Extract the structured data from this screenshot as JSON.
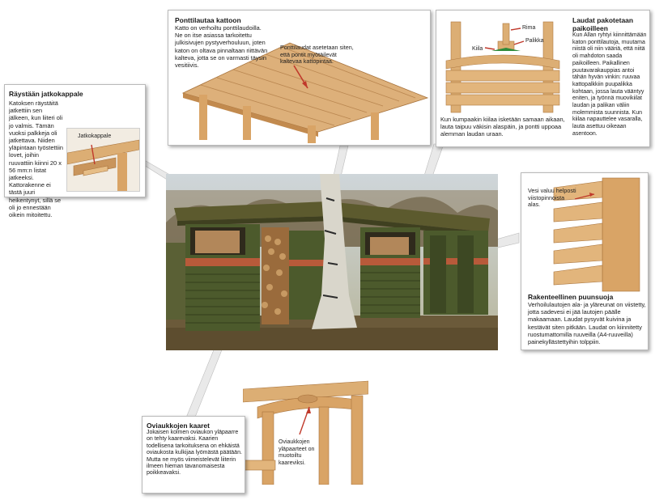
{
  "roof": {
    "title": "Ponttilautaa kattoon",
    "body": "Katto on verhoiltu ponttilaudoilla. Ne on itse asiassa tarkoitettu julkisivujen pystyverhouluun, joten katon on oltava pinnaltaan riittävän kalteva, jotta se on varmasti täysin vesitiivis.",
    "annotation": "Ponttilaudat asetetaan siten, että pontit myötäilevät kaltevaa kattopintaa."
  },
  "eaves": {
    "title": "Räystään jatkokappale",
    "body": "Katoksen räystäitä jatkettiin sen jälkeen, kun liiteri oli jo valmis. Tämän vuoksi palkkeja oli jatkettava. Niiden yläpintaan työstettiin lovet, joihin ruuvattiin kiinni 20 x 56 mm:n listat jatkeeksi. Kattorakenne ei tästä juuri heikentynyt, sillä se oli jo ennestään oikein mitoitettu.",
    "label": "Jatkokappale"
  },
  "boards": {
    "title": "Laudat pakotetaan paikoilleen",
    "body": "Kun Allan ryhtyi kiinnittämään katon ponttilautoja, muutama niistä oli niin vääriä, että niitä oli mahdoton saada paikoilleen. Paikallinen puutavarakauppias antoi tähän hyvän vinkin: ruuvaa kattopalkkiin puupalikka kohtaan, jossa lauta vääntyy eniten, ja työnnä muovikiilat laudan ja palikan väliin molemmista suunnista. Kun kiilaa napauttelee vasaralla, lauta asettuu oikeaan asentoon.",
    "caption": "Kun kumpaakin kiilaa isketään samaan aikaan, lauta taipuu väkisin alaspäin, ja pontti uppoaa alemman laudan uraan.",
    "label_rima": "Rima",
    "label_palikka": "Palikka",
    "label_kiila": "Kiila"
  },
  "siding": {
    "title": "Rakenteellinen puunsuoja",
    "body": "Verhoilulautojen ala- ja yläreunat on viistetty, jotta sadevesi ei jää lautojen päälle makaamaan. Laudat pysyvät kuivina ja kestävät siten pitkään. Laudat on kiinnitetty ruostumattomilla ruuveilla (A4-ruuveilla) painekyllästettyihin tolppiin.",
    "annotation": "Vesi valuu helposti viistopinnoista alas."
  },
  "arches": {
    "title": "Oviaukkojen kaaret",
    "body": "Jokaisen kolmen oviaukon yläpaarre on tehty kaarevaksi. Kaarien todellisena tarkoituksena on ehkäistä oviaukosta kulkijaa lyömästä päätään. Mutta ne myös viimeistelevät liiterin ilmeen hieman tavanomaisesta poikkeavaksi.",
    "annotation": "Oviaukkojen yläpaarteet on muotoiltu kaareviksi."
  },
  "colors": {
    "wood": "#d7a46a",
    "wood_dark": "#a8733c",
    "shed_green": "#4f5b2f",
    "accent_red": "#c0392b",
    "wedge_green": "#2e8b3a"
  }
}
